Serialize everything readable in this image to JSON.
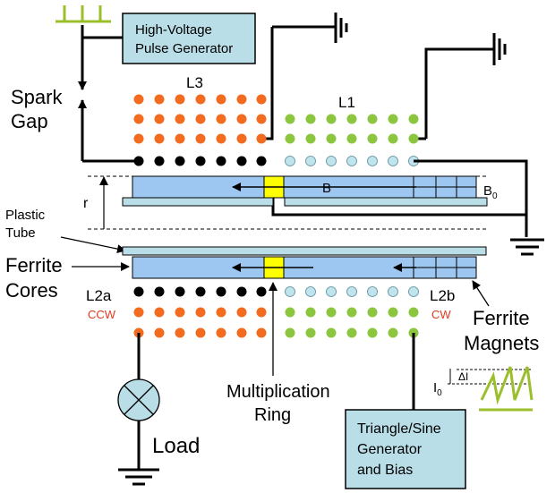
{
  "colors": {
    "orange": "#f26b1e",
    "green": "#8cc63f",
    "lightblue": "#bfe4ee",
    "black": "#000000",
    "core_blue": "#9dc6f1",
    "tube": "#b9dee8",
    "ring": "#ffff00",
    "box_fill": "#b9dee8",
    "pulse_green": "#9bbf2a",
    "red_text": "#e03a1e"
  },
  "labels": {
    "hv_generator": [
      "High-Voltage",
      "Pulse Generator"
    ],
    "spark_gap": [
      "Spark",
      "Gap"
    ],
    "l3": "L3",
    "l1": "L1",
    "r": "r",
    "b": "B",
    "b0": "B",
    "b0_sub": "0",
    "plastic_tube": [
      "Plastic",
      "Tube"
    ],
    "ferrite_cores": [
      "Ferrite",
      "Cores"
    ],
    "l2a": "L2a",
    "l2b": "L2b",
    "ccw": "CCW",
    "cw": "CW",
    "ferrite_magnets": [
      "Ferrite",
      "Magnets"
    ],
    "multiplication_ring": [
      "Multiplication",
      "Ring"
    ],
    "load": "Load",
    "generator": [
      "Triangle/Sine",
      "Generator",
      "and Bias"
    ],
    "i0": "I",
    "i0_sub": "0",
    "delta_i": "ΔI"
  }
}
